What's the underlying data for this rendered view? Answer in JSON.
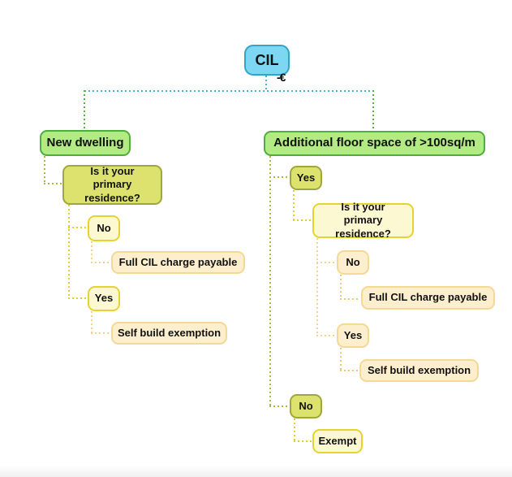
{
  "palette": {
    "root_fill": "#7ed7f2",
    "root_border": "#2da6c8",
    "green_fill": "#b2eb83",
    "green_border": "#4fad3b",
    "olive_fill": "#dde26f",
    "olive_border": "#9ea83a",
    "yellow_fill": "#fcf8d1",
    "yellow_border": "#e5d42f",
    "cream_fill": "#fdefcd",
    "cream_border": "#f3d995",
    "line_cyan": "#43b3d8",
    "line_green": "#55b23f",
    "line_olive": "#b1b73c",
    "line_yellow": "#e2cf2b",
    "line_orange": "#f0d38c",
    "line_orange_deep": "#ecc979"
  },
  "tree": {
    "root": {
      "label": "CIL",
      "icon": "-€"
    },
    "children": [
      {
        "label": "New dwelling",
        "children": [
          {
            "label": "Is it your primary residence?",
            "children": [
              {
                "label": "No",
                "children": [
                  {
                    "label": "Full CIL charge payable"
                  }
                ]
              },
              {
                "label": "Yes",
                "children": [
                  {
                    "label": "Self build exemption"
                  }
                ]
              }
            ]
          }
        ]
      },
      {
        "label": "Additional floor space of >100sq/m",
        "children": [
          {
            "label": "Yes",
            "children": [
              {
                "label": "Is it your primary residence?",
                "children": [
                  {
                    "label": "No",
                    "children": [
                      {
                        "label": "Full CIL charge payable"
                      }
                    ]
                  },
                  {
                    "label": "Yes",
                    "children": [
                      {
                        "label": "Self build exemption"
                      }
                    ]
                  }
                ]
              }
            ]
          },
          {
            "label": "No",
            "children": [
              {
                "label": "Exempt"
              }
            ]
          }
        ]
      }
    ]
  }
}
